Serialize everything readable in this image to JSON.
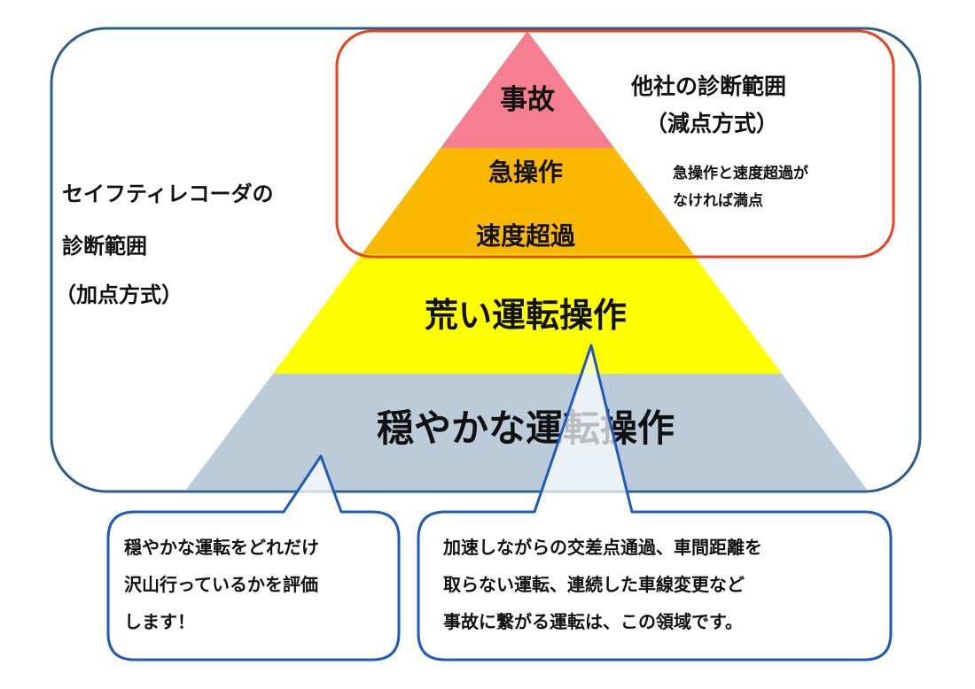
{
  "pyramid": {
    "layers": [
      {
        "label": "事故",
        "color": "#f57f8e"
      },
      {
        "label_1": "急操作",
        "label_2": "速度超過",
        "color": "#fbb800"
      },
      {
        "label": "荒い運転操作",
        "color": "#ffff00"
      },
      {
        "label": "穏やかな運転操作",
        "color": "#bccbd9"
      }
    ]
  },
  "our_scope": {
    "line1": "セイフティレコーダの",
    "line2": "診断範囲",
    "line3": "（加点方式）",
    "border_color": "#2e5f8a"
  },
  "other_scope": {
    "line1": "他社の診断範囲",
    "line2": "（減点方式）",
    "note1": "急操作と速度超過が",
    "note2": "なければ満点",
    "border_color": "#f04020"
  },
  "callouts": {
    "left": {
      "lines": [
        "穏やかな運転をどれだけ",
        "沢山行っているかを評価",
        "します！"
      ]
    },
    "right": {
      "lines": [
        "加速しながらの交差点通過、車間距離を",
        "取らない運転、連続した車線変更など",
        "事故に繋がる運転は、この領域です。"
      ]
    },
    "border_color": "#1f5bbf"
  }
}
